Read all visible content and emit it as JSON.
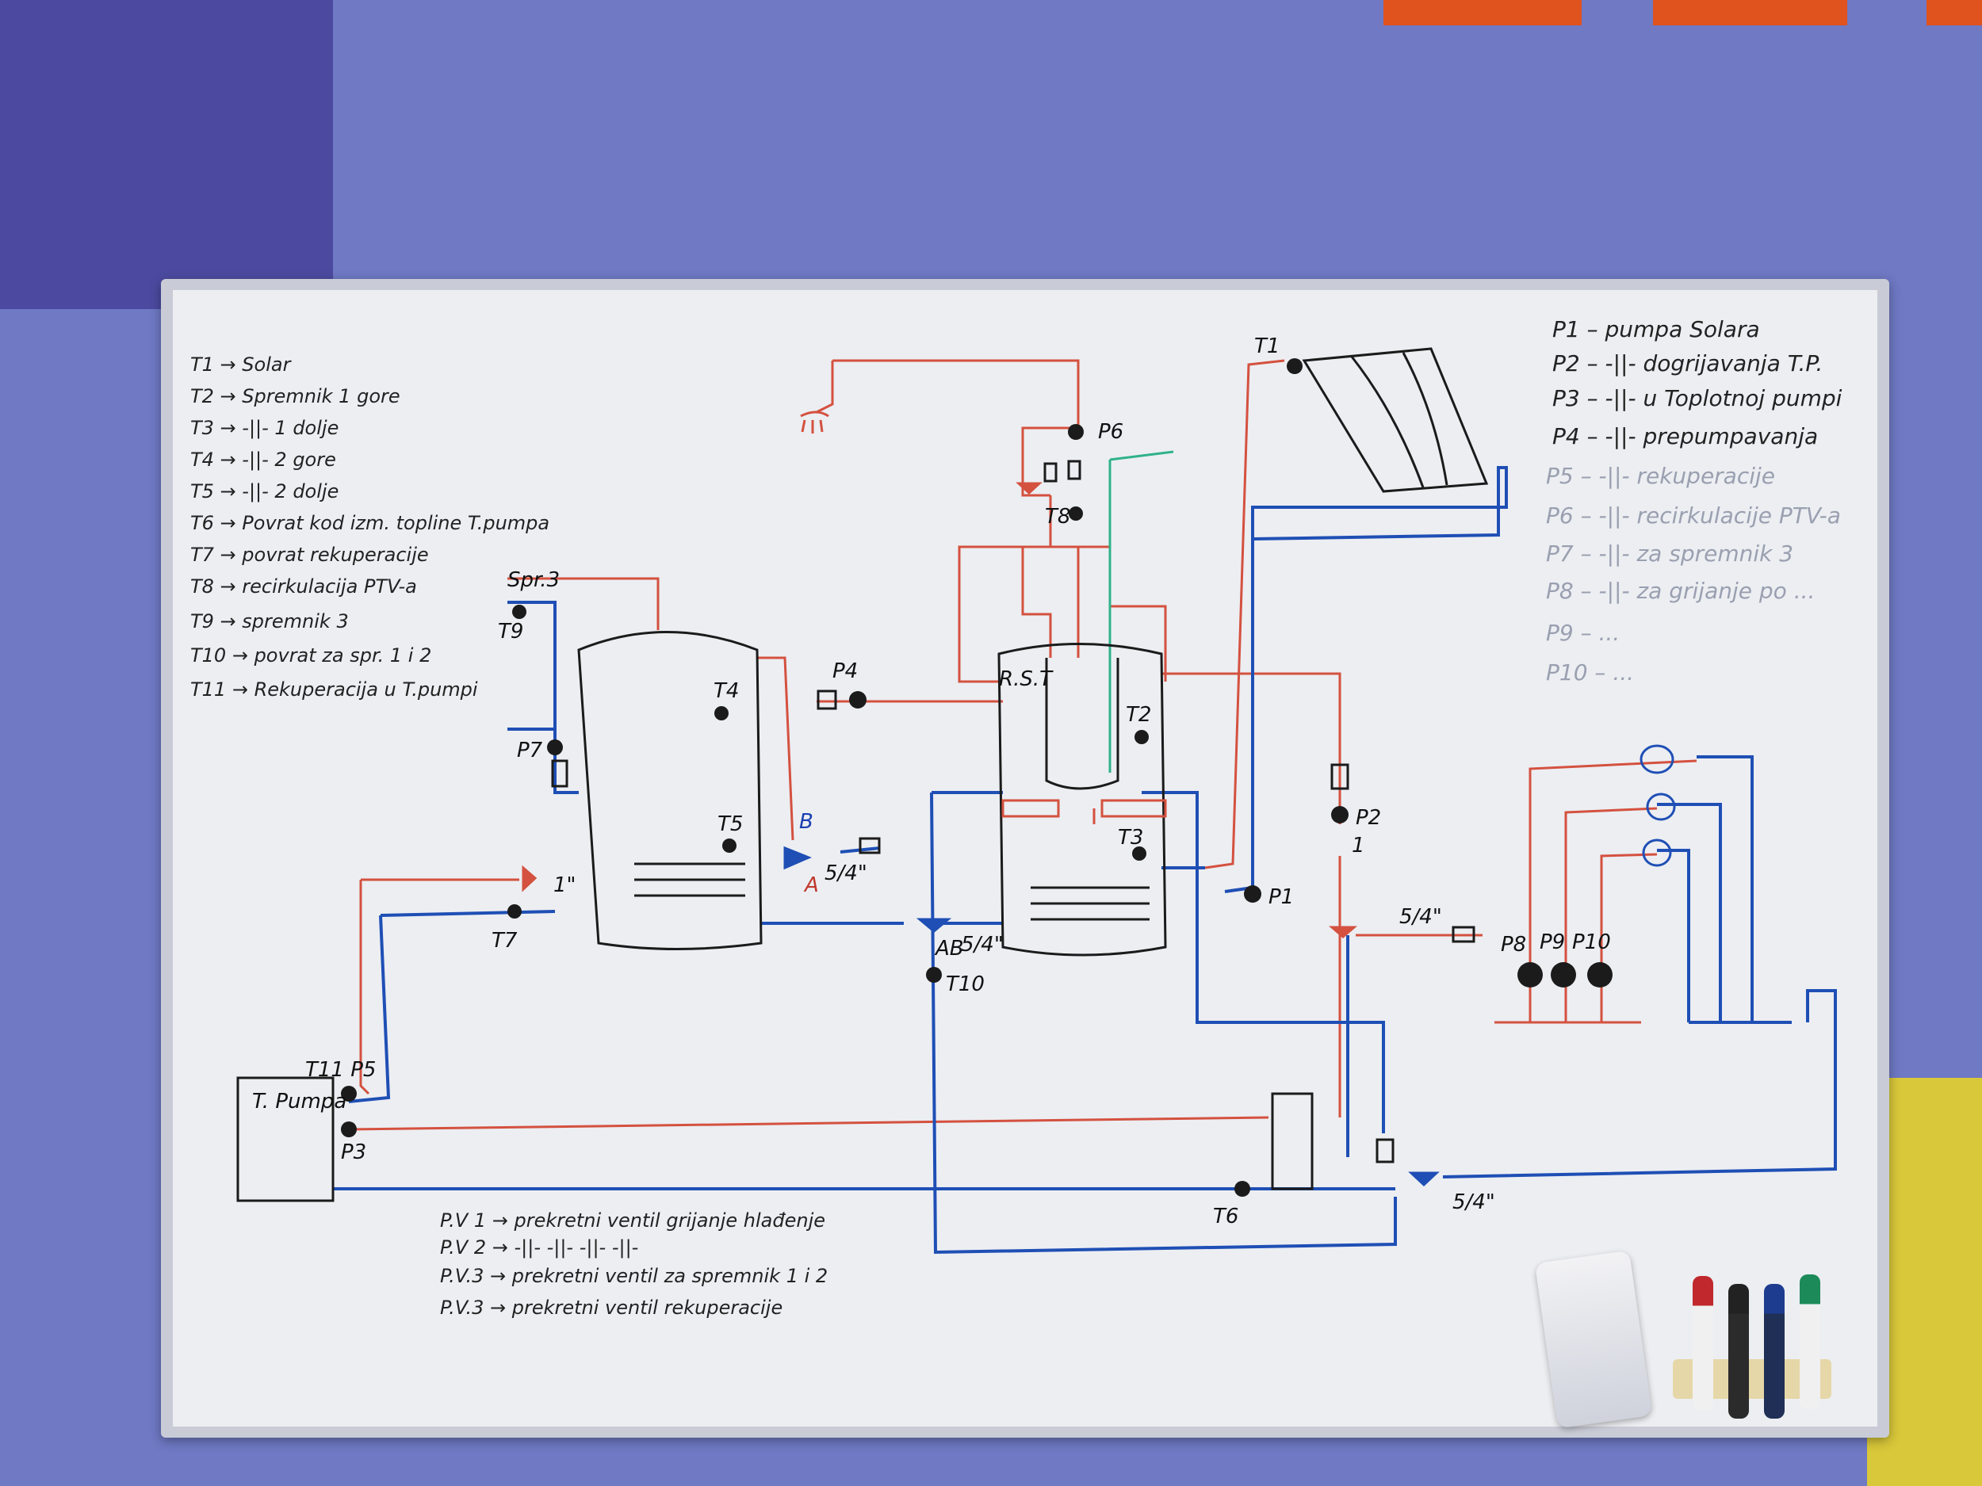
{
  "legend_left": [
    "T1 → Solar",
    "T2 → Spremnik 1 gore",
    "T3 → -||- 1 dolje",
    "T4 → -||- 2 gore",
    "T5 → -||- 2 dolje",
    "T6 → Povrat kod izm. topline T.pumpa",
    "T7 → povrat rekuperacije",
    "T8 → recirkulacija PTV-a",
    "T9 → spremnik 3",
    "T10 → povrat za spr. 1 i 2",
    "T11 → Rekuperacija u T.pumpi"
  ],
  "legend_right": [
    "P1 – pumpa Solara",
    "P2 – -||- dogrijavanja T.P.",
    "P3 – -||- u Toplotnoj pumpi",
    "P4 – -||- prepumpavanja",
    "P5 – -||- rekuperacije",
    "P6 – -||- recirkulacije PTV-a",
    "P7 – -||- za spremnik 3",
    "P8 – -||- za grijanje po ...",
    "P9 – ...",
    "P10 – ..."
  ],
  "legend_bottom": [
    "P.V 1 → prekretni ventil grijanje hlađenje",
    "P.V 2 → -||- -||- -||- -||-",
    "P.V.3 → prekretni ventil za spremnik 1 i 2",
    "P.V.3 → prekretni ventil rekuperacije"
  ],
  "labels": {
    "t1": "T1",
    "t2": "T2",
    "t3": "T3",
    "t4": "T4",
    "t5": "T5",
    "t6": "T6",
    "t7": "T7",
    "t8": "T8",
    "t9": "T9",
    "t10": "T10",
    "t11p5": "T11 P5",
    "p1": "P1",
    "p2": "P2",
    "p3": "P3",
    "p4": "P4",
    "p6": "P6",
    "p7": "P7",
    "p8": "P8",
    "p9": "P9",
    "p10": "P10",
    "spr3": "Spr.3",
    "rst": "R.S.T",
    "tpumpa": "T. Pumpa",
    "size_54_a": "5/4\"",
    "size_54_b": "5/4\"",
    "size_54_c": "5/4\"",
    "size_54_d": "5/4\"",
    "size_1": "1\"",
    "v_a": "A",
    "v_b": "B",
    "v_ab": "AB",
    "num1": "1"
  },
  "colors": {
    "hot_pipe": "#d4513f",
    "cold_pipe": "#1f4fb5",
    "green_pipe": "#2fb28a",
    "ink": "#1b1b1b",
    "board": "#eceef2",
    "wall": "#6f79c4"
  }
}
